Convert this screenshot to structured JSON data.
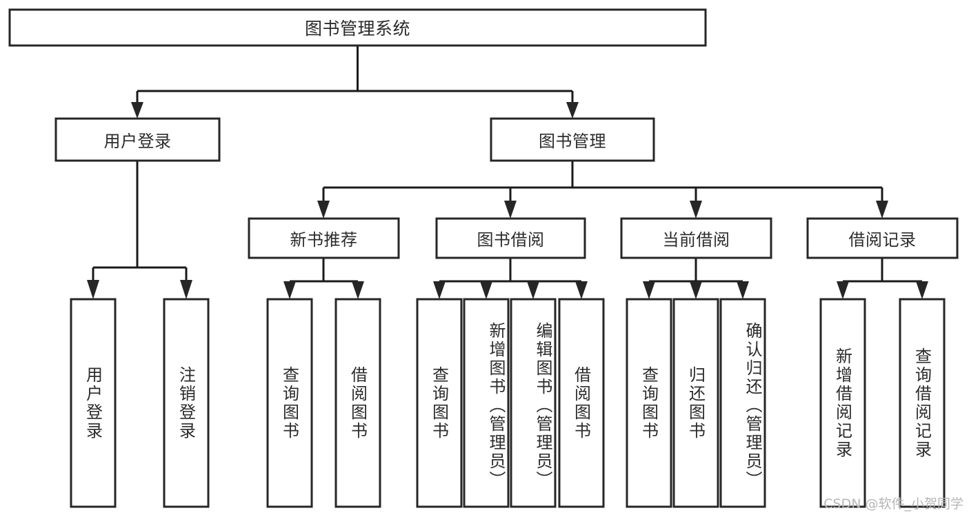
{
  "diagram": {
    "title": "图书管理系统",
    "type": "tree-hierarchy-chart",
    "colors": {
      "box_border": "#262626",
      "box_fill": "#ffffff",
      "connector": "#1a1a1a",
      "text": "#2b2b2b",
      "watermark": "#b6b6b6",
      "background": "#ffffff"
    },
    "root": {
      "label": "图书管理系统"
    },
    "level2": [
      {
        "label": "用户登录"
      },
      {
        "label": "图书管理"
      }
    ],
    "level3": [
      {
        "label": "新书推荐"
      },
      {
        "label": "图书借阅"
      },
      {
        "label": "当前借阅"
      },
      {
        "label": "借阅记录"
      }
    ],
    "leaves": [
      {
        "label": "用户登录",
        "parent": "用户登录"
      },
      {
        "label": "注销登录",
        "parent": "用户登录"
      },
      {
        "label": "查询图书",
        "parent": "新书推荐"
      },
      {
        "label": "借阅图书",
        "parent": "新书推荐"
      },
      {
        "label": "查询图书",
        "parent": "图书借阅"
      },
      {
        "label": "新增图书（管理员）",
        "parent": "图书借阅"
      },
      {
        "label": "编辑图书（管理员）",
        "parent": "图书借阅"
      },
      {
        "label": "借阅图书",
        "parent": "图书借阅"
      },
      {
        "label": "查询图书",
        "parent": "当前借阅"
      },
      {
        "label": "归还图书",
        "parent": "当前借阅"
      },
      {
        "label": "确认归还（管理员）",
        "parent": "当前借阅"
      },
      {
        "label": "新增借阅记录",
        "parent": "借阅记录"
      },
      {
        "label": "查询借阅记录",
        "parent": "借阅记录"
      }
    ],
    "watermark": "CSDN @软件_小贺同学"
  }
}
